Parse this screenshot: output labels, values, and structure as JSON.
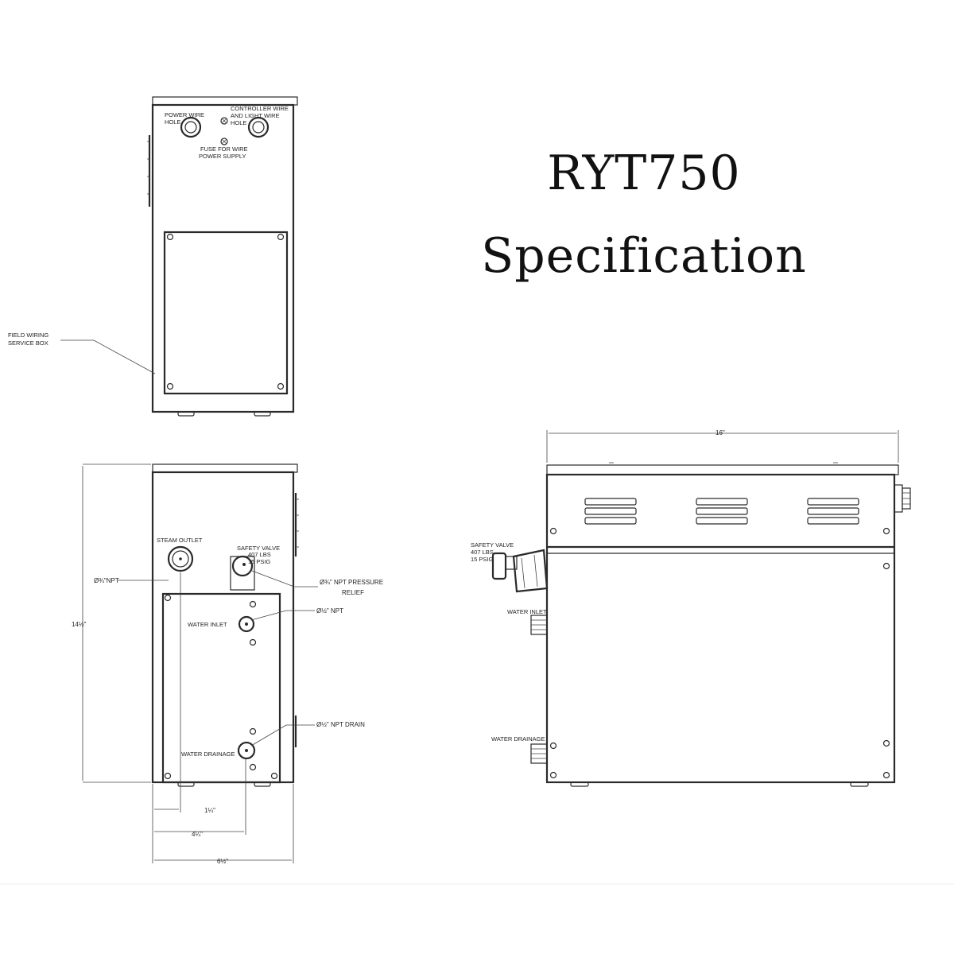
{
  "title": {
    "model": "RYT750",
    "subtitle": "Specification"
  },
  "colors": {
    "background": "#ffffff",
    "ink": "#111111"
  },
  "top_view": {
    "power_wire_hole": [
      "POWER WIRE",
      "HOLE"
    ],
    "controller_wire": [
      "CONTROLLER WIRE",
      "AND LIGHT WIRE",
      "HOLE"
    ],
    "fuse": [
      "FUSE FOR WIRE",
      "POWER SUPPLY"
    ],
    "field_wiring": [
      "FIELD WIRING",
      "SERVICE BOX"
    ]
  },
  "front_view": {
    "steam_outlet": "STEAM OUTLET",
    "safety_valve": [
      "SAFETY VALVE",
      "407 LBS",
      "15 PSIG"
    ],
    "water_inlet": "WATER INLET",
    "water_drainage": "WATER DRAINAGE",
    "outlet_size": "Ø¾\"NPT",
    "pressure_relief": [
      "Ø¾\" NPT PRESSURE",
      "RELIEF"
    ],
    "inlet_size": "Ø½\" NPT",
    "drain_size": "Ø½\" NPT DRAIN",
    "height": "14½\"",
    "dim_outlet": "1¼\"",
    "dim_drain": "4¼\"",
    "width": "6½\""
  },
  "side_view": {
    "length": "16\"",
    "safety_valve": [
      "SAFETY VALVE",
      "407 LBS",
      "15 PSIG"
    ],
    "water_inlet": "WATER INLET",
    "water_drainage": "WATER DRAINAGE"
  }
}
